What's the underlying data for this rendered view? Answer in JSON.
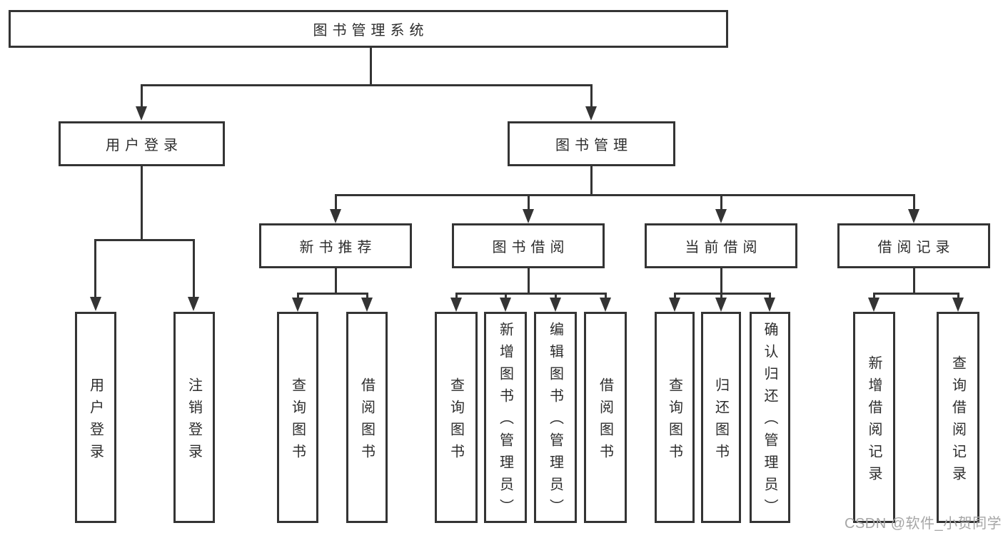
{
  "tree": {
    "root": "图书管理系统",
    "user": {
      "label": "用户登录",
      "children": [
        "用户登录",
        "注销登录"
      ]
    },
    "mgmt": {
      "label": "图书管理",
      "sections": [
        {
          "label": "新书推荐",
          "children": [
            "查询图书",
            "借阅图书"
          ]
        },
        {
          "label": "图书借阅",
          "children": [
            "查询图书",
            "新增图书（管理员）",
            "编辑图书（管理员）",
            "借阅图书"
          ]
        },
        {
          "label": "当前借阅",
          "children": [
            "查询图书",
            "归还图书",
            "确认归还（管理员）"
          ]
        },
        {
          "label": "借阅记录",
          "children": [
            "新增借阅记录",
            "查询借阅记录"
          ]
        }
      ]
    }
  },
  "watermark": "CSDN @软件_小贺同学",
  "colors": {
    "line": "#343434",
    "text": "#2d2d2d",
    "watermark": "#a6a6a6",
    "background": "#ffffff"
  }
}
